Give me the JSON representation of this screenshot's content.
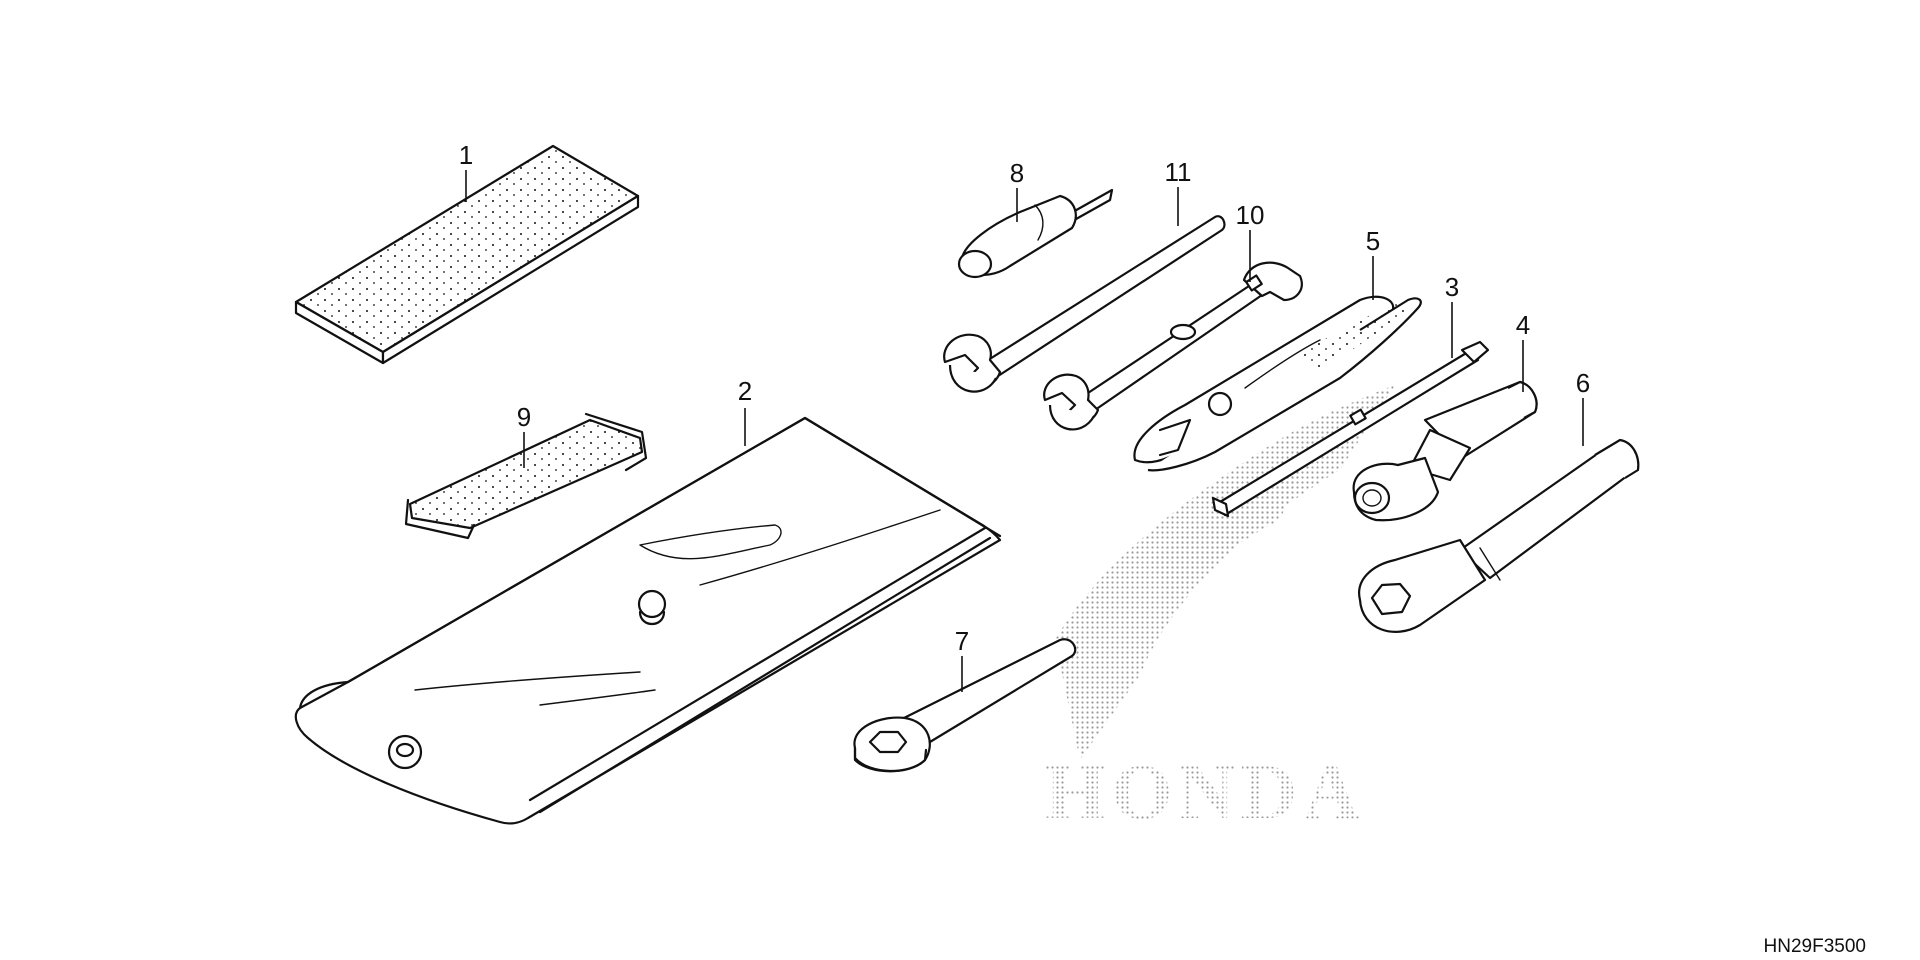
{
  "diagram": {
    "drawing_code": "HN29F3500",
    "brand_watermark": "HONDA",
    "callouts": [
      "1",
      "2",
      "3",
      "4",
      "5",
      "6",
      "7",
      "8",
      "9",
      "10",
      "11"
    ]
  },
  "colors": {
    "line": "#111111",
    "watermark_dots": "#9a9a9a",
    "background": "#ffffff"
  }
}
